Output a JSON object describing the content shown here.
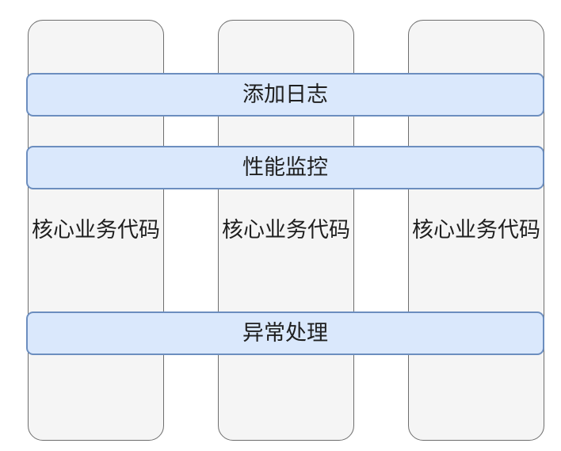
{
  "diagram": {
    "pillars": [
      {
        "label": "核心业务代码"
      },
      {
        "label": "核心业务代码"
      },
      {
        "label": "核心业务代码"
      }
    ],
    "crosscut_bars": [
      {
        "label": "添加日志"
      },
      {
        "label": "性能监控"
      },
      {
        "label": "异常处理"
      }
    ],
    "colors": {
      "background": "#ffffff",
      "pillar_fill": "#f5f5f5",
      "pillar_border": "#6e6e6e",
      "bar_fill": "#dae8fc",
      "bar_border": "#6c8ebf",
      "text": "#1f1f1f"
    }
  }
}
